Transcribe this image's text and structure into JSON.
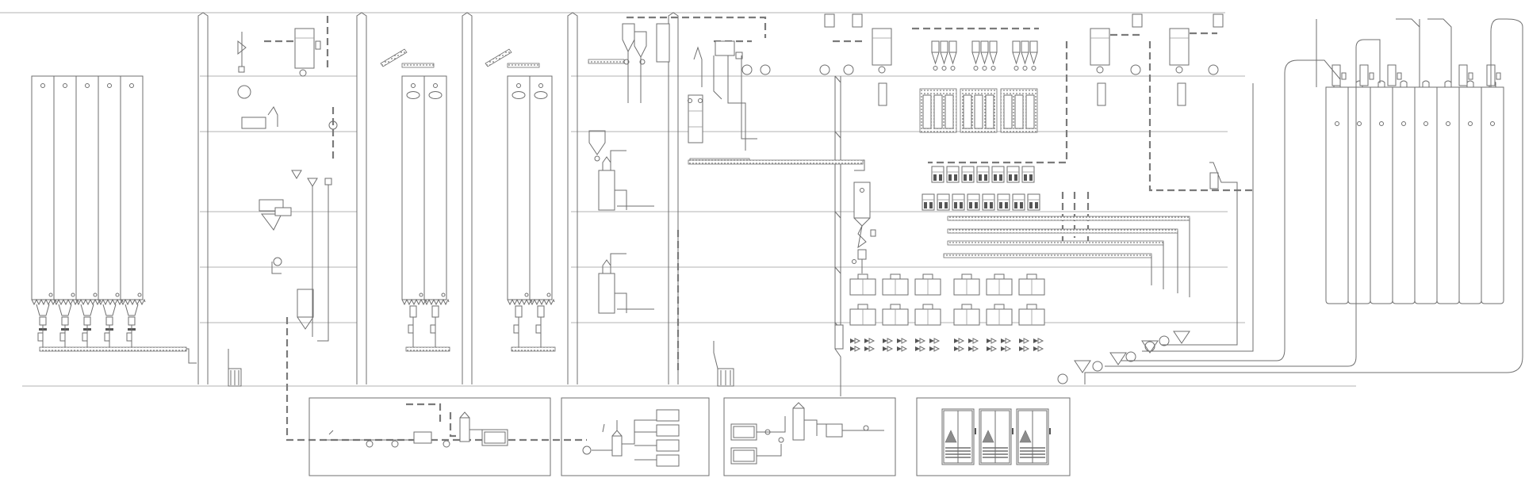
{
  "colors": {
    "line": "#6f6f6f",
    "light_line": "#9a9a9a",
    "dashed_line": "#7a7a7a",
    "fill_dark": "#555555",
    "cabinet_warning": "#8c8c8c",
    "background": "#ffffff"
  },
  "counts": {
    "left_silos": 5,
    "right_silos": 8,
    "middle_silo_groups": 2,
    "cabinet_units": 3,
    "bin_modules": 6
  }
}
